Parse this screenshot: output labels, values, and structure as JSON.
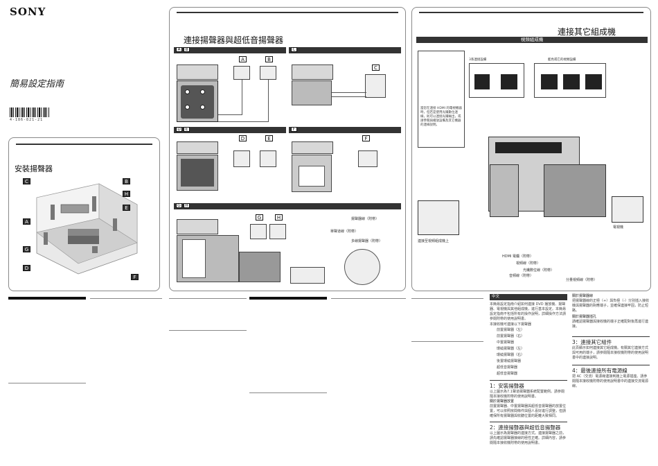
{
  "brand": "SONY",
  "guide_title": "簡易設定指南",
  "barcode_number": "4-186-821-21",
  "speaker_panel": {
    "title": "安裝揚聲器",
    "tags": [
      "C",
      "A",
      "G",
      "D",
      "B",
      "H",
      "E",
      "F"
    ]
  },
  "middle_panel": {
    "title": "連接揚聲器與超低音揚聲器",
    "bar_ab": [
      "A",
      "B"
    ],
    "bar_c": [
      "C"
    ],
    "bar_de": [
      "D",
      "E"
    ],
    "bar_f": [
      "F"
    ],
    "bar_gh": [
      "G",
      "H"
    ],
    "labels": {
      "a": "A",
      "b": "B",
      "c": "C",
      "d": "D",
      "e": "E",
      "f": "F",
      "g": "G",
      "h": "H",
      "speaker_cable": "揚聲器線（附帶）",
      "mono_cable": "單聲道線（附帶）",
      "mono_speaker_cable": "多線揚聲器（附帶）"
    }
  },
  "right_panel": {
    "title": "連接其它組成機",
    "subtitle": "視頻組成機",
    "device_groups": [
      "3系連接設備",
      "藍色或它的視頻設備"
    ],
    "note": "當您在連接 HDMI 的電視機器時，但若是使用光纖數位連線，則可以連接光纖輸出，或請參閱與播放設備及其它機器的連線說明。",
    "labels": {
      "tv": "電視機",
      "dvd_note": "連接至視頻組成機上",
      "hdmi_cable": "HDMI 電纜（附帶）",
      "video_cable": "視頻線（附帶）",
      "optical_cable": "光纖數位線（附帶）",
      "audio_cable": "音頻線（附帶）",
      "component_cable": "分量視頻線（附帶）"
    }
  },
  "lower_text": {
    "lang": "中文",
    "intro": "本簡易設定指南介紹如何連接 DVD 播放機、揚聲器、電視機與其他組成機，進行基本設定。本簡易設定指南不包括所有的操作說明，詳細操作方法請參閱附帶的使用說明書。",
    "list_header": "本接收機可連接以下揚聲器",
    "speaker_list": [
      "前置揚聲器（左）",
      "前置揚聲器（右）",
      "中置揚聲器",
      "環繞揚聲器（左）",
      "環繞揚聲器（右）",
      "後置環繞揚聲器",
      "超低音揚聲器",
      "超低音揚聲器"
    ],
    "step1_title": "1：安裝揚聲器",
    "step1_body": "以上圖示為7.1聲道揚聲器系統配置範例。請參閱隨本接收機附帶的使用說明書。",
    "step1_sub": "關於揚聲器放置",
    "step1_sub_body": "前置揚聲器、中置揚聲器與超低音揚聲器的放置位置，可以依照房間條件與個人喜好進行調整，但請確保所有揚聲器與收聽位置的距離大致相同。",
    "step2_title": "2：連接揚聲器與超低音揚聲器",
    "step2_body": "以上圖示為揚聲器的連接方式。連接揚聲器之前，請先確認揚聲器接線的極性正確。詳細內容，請參閱隨本接收機附帶的使用說明書。",
    "right_col_head1": "關於揚聲器線",
    "right_col_body1": "把揚聲器線的正極（+）與負極（-）分別插入接收機與揚聲器的對應端子，並確保連接牢固，防止短路。",
    "right_col_head2": "關於揚聲器插孔",
    "right_col_body2": "請確認揚聲器與接收機的端子正確配對後再進行連接。",
    "step3_title": "3：連接其它組件",
    "step3_body": "此頁顯示如何連接其它組成機。有關其它連接方式與可用的端子，請參閱隨本接收機附帶的使用說明書中的連接說明。",
    "step4_title": "4：最後連接所有電源線",
    "step4_body": "把 AC（交流）電源線連接到牆上電源插座。請參閱隨本接收機附帶的使用說明書中的連接交流電源線。"
  }
}
